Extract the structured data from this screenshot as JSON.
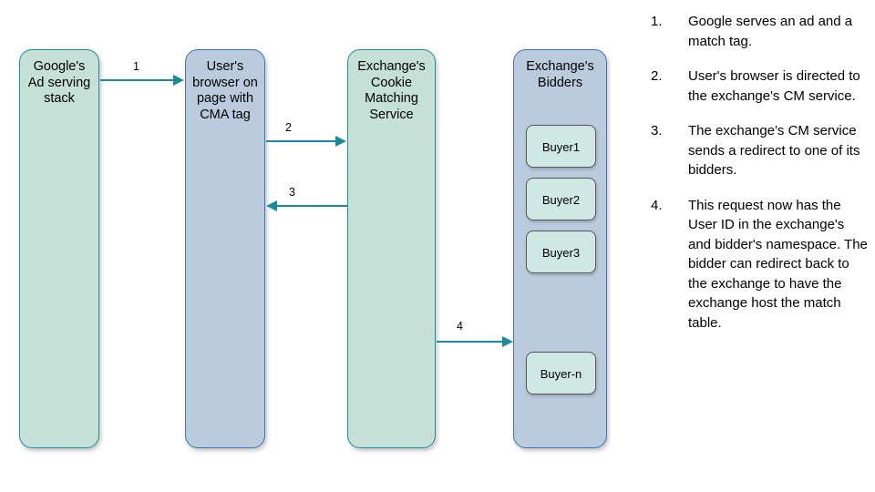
{
  "diagram": {
    "colors": {
      "green_fill": "#c4e0d7",
      "green_border": "#1f8e9c",
      "blue_fill": "#b9cbdd",
      "blue_border": "#3d74b8",
      "buyer_fill": "#cfe8e3",
      "buyer_border": "#555a5c",
      "arrow": "#1a8a9a",
      "text": "#000000",
      "background": "#ffffff"
    },
    "lanes": [
      {
        "id": "google",
        "label": "Google's\nAd serving\nstack"
      },
      {
        "id": "browser",
        "label": "User's\nbrowser on\npage with\nCMA tag"
      },
      {
        "id": "cms",
        "label": "Exchange's\nCookie\nMatching\nService"
      },
      {
        "id": "bidders",
        "label": "Exchange's\nBidders"
      }
    ],
    "buyers": [
      {
        "id": "buyer1",
        "label": "Buyer1"
      },
      {
        "id": "buyer2",
        "label": "Buyer2"
      },
      {
        "id": "buyer3",
        "label": "Buyer3"
      },
      {
        "id": "buyern",
        "label": "Buyer-n"
      }
    ],
    "arrows": [
      {
        "id": "arrow1",
        "label": "1",
        "from": "google",
        "to": "browser",
        "direction": "right"
      },
      {
        "id": "arrow2",
        "label": "2",
        "from": "browser",
        "to": "cms",
        "direction": "right"
      },
      {
        "id": "arrow3",
        "label": "3",
        "from": "cms",
        "to": "browser",
        "direction": "left"
      },
      {
        "id": "arrow4",
        "label": "4",
        "from": "cms",
        "to": "bidders",
        "direction": "right"
      }
    ]
  },
  "steps": [
    {
      "num": "1.",
      "text": "Google serves an ad and a match tag."
    },
    {
      "num": "2.",
      "text": "User's browser is directed to the exchange's CM service."
    },
    {
      "num": "3.",
      "text": "The exchange's CM service sends a redirect to one of its bidders."
    },
    {
      "num": "4.",
      "text": "This request now has the User ID in the exchange's and bidder's namespace. The bidder can redirect back to the exchange to have the exchange host the match table."
    }
  ]
}
